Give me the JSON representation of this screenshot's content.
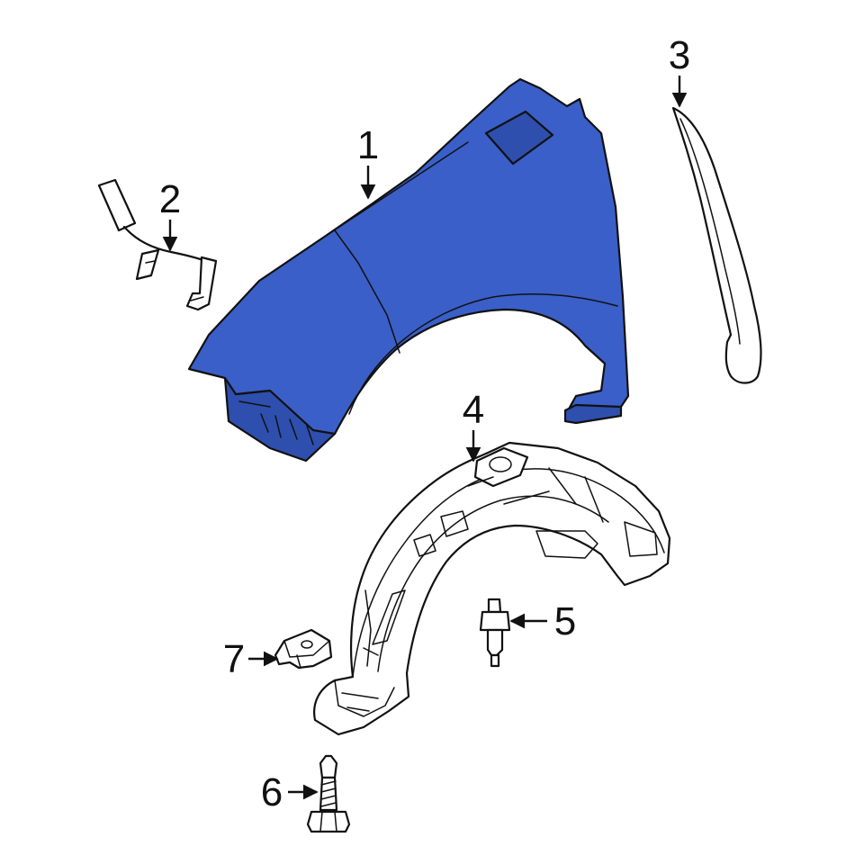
{
  "colors": {
    "highlight": "#3a5fc8",
    "highlight_dark": "#2e4fae",
    "outline": "#111111",
    "background": "#ffffff"
  },
  "callouts": [
    {
      "id": "1",
      "label": "1"
    },
    {
      "id": "2",
      "label": "2"
    },
    {
      "id": "3",
      "label": "3"
    },
    {
      "id": "4",
      "label": "4"
    },
    {
      "id": "5",
      "label": "5"
    },
    {
      "id": "6",
      "label": "6"
    },
    {
      "id": "7",
      "label": "7"
    }
  ]
}
